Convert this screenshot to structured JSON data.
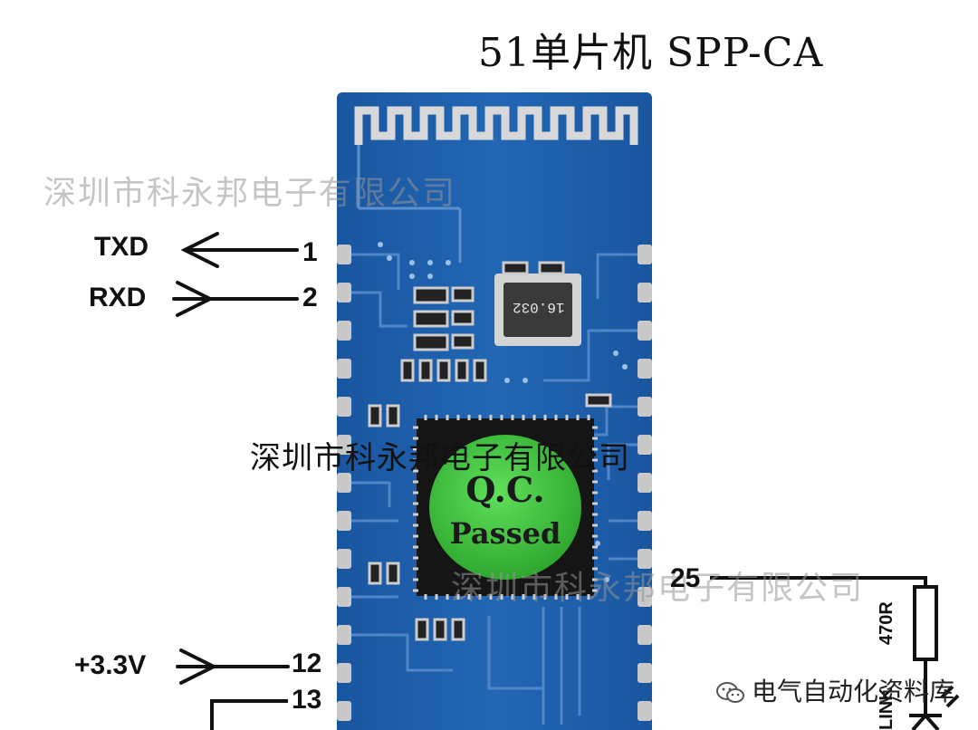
{
  "title": "51单片机 SPP-CA",
  "watermark": "深圳市科永邦电子有限公司",
  "center_company": "深圳市科永邦电子有限公司",
  "chip_sticker": {
    "line1": "Q.C.",
    "line2": "Passed"
  },
  "crystal_marking": "16.032",
  "pins": [
    {
      "label": "TXD",
      "number": "1"
    },
    {
      "label": "RXD",
      "number": "2"
    },
    {
      "label": "+3.3V",
      "number": "12"
    },
    {
      "label": "",
      "number": "13"
    },
    {
      "label": "",
      "number": "25"
    }
  ],
  "resistor": {
    "value": "470R"
  },
  "led_label": "LINK",
  "wechat_source": "电气自动化资料库",
  "colors": {
    "pcb": "#1f5fa8",
    "sticker": "#3fc23f",
    "pad": "#c8c8c8"
  }
}
